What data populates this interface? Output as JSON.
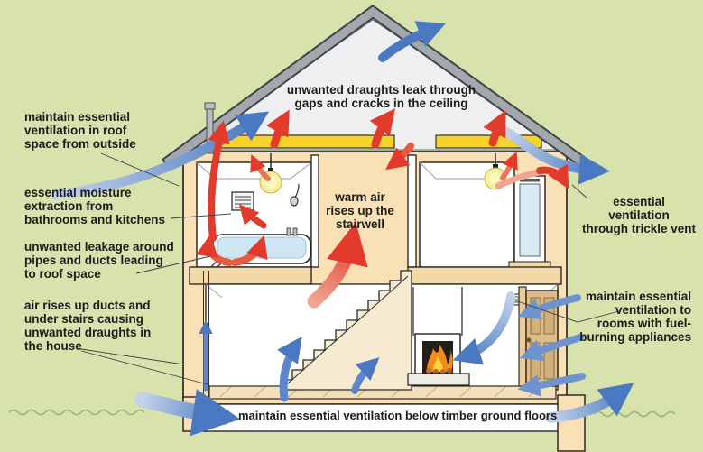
{
  "labels": {
    "roof_vent": {
      "text": "maintain essential\nventilation in roof\nspace from outside"
    },
    "moisture": {
      "text": "essential moisture\nextraction from\nbathrooms and kitchens"
    },
    "pipe_leakage": {
      "text": "unwanted leakage around\npipes and ducts leading\nto roof space"
    },
    "ducts_draughts": {
      "text": "air rises up ducts and\nunder stairs causing\nunwanted draughts in\nthe house"
    },
    "ceiling_draughts": {
      "text": "unwanted draughts leak through\ngaps and cracks in the ceiling"
    },
    "warm_air": {
      "text": "warm air\nrises up the\nstairwell"
    },
    "trickle_vent": {
      "text": "essential ventilation\nthrough trickle vent"
    },
    "fuel_burning": {
      "text": "maintain essential\nventilation to\nrooms with fuel-\nburning appliances"
    },
    "ground_floor": {
      "text": "maintain essential ventilation below timber ground floors"
    }
  },
  "colors": {
    "background_green": "#d7e2ad",
    "grass_line": "#9cb873",
    "arrow_blue": "#4a79c1",
    "arrow_blue_light": "#c3d2ea",
    "arrow_red": "#e23a2b",
    "arrow_red_light": "#f0a492",
    "insulation_yellow": "#f6d22b",
    "wall_tan": "#f9e0b5",
    "roof_grey": "#a2a8ad",
    "room_white": "#ffffff",
    "water_blue": "#cde7f5",
    "flame_orange": "#f08c1f",
    "text": "#1c1c1c"
  }
}
